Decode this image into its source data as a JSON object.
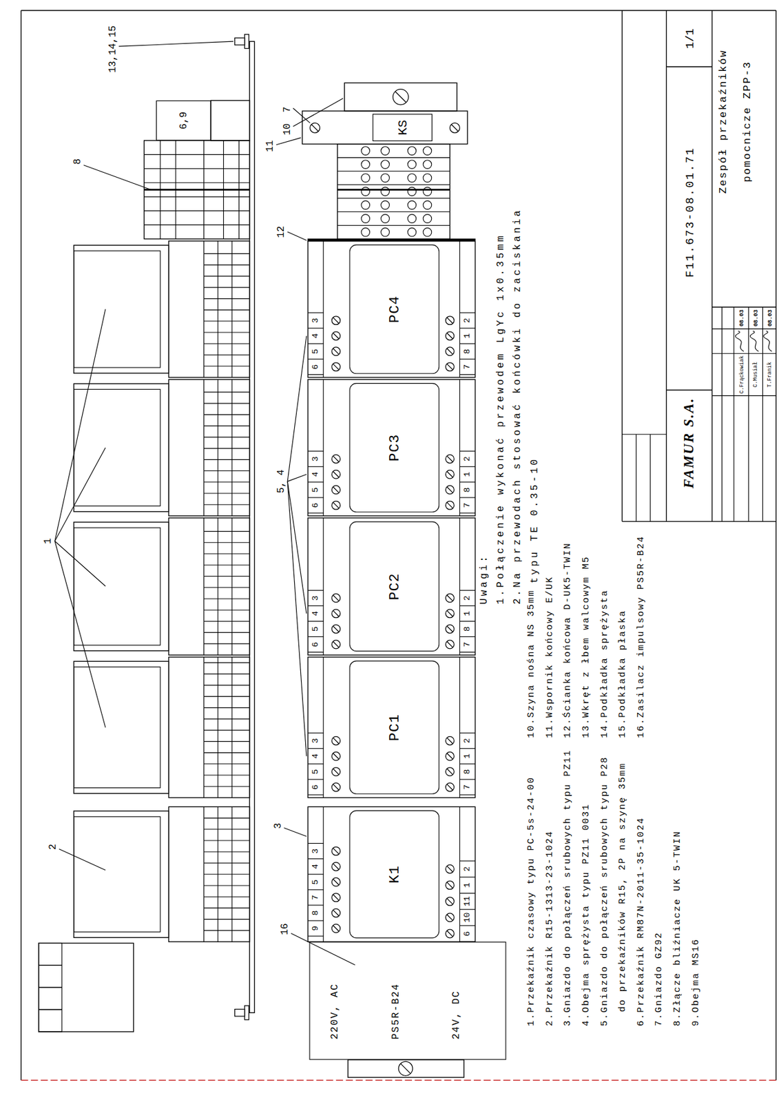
{
  "diagram": {
    "title": "Zespół przekaźników pomocnicze ZPP-3",
    "nodes": [
      {
        "text": [
          "220V, AC",
          "PS5R-B24",
          "24V, DC"
        ]
      },
      {
        "text": [
          "K1"
        ]
      },
      {
        "text": [
          "PC1"
        ]
      },
      {
        "text": [
          "PC2"
        ]
      },
      {
        "text": [
          "PC3"
        ]
      },
      {
        "text": [
          "PC4"
        ]
      },
      {
        "text": [
          "6,9"
        ]
      },
      {
        "text": [
          "KS"
        ]
      }
    ],
    "labels": [
      "2",
      "1",
      "8",
      "13,14,15",
      "16",
      "3",
      "5, 4",
      "12",
      "7",
      "11",
      "10",
      "9",
      "8",
      "7",
      "5",
      "4",
      "3",
      "6",
      "10",
      "11",
      "1",
      "2",
      "6",
      "5",
      "4",
      "3",
      "7",
      "8",
      "1",
      "2",
      "6",
      "5",
      "4",
      "3",
      "7",
      "8",
      "1",
      "2",
      "6",
      "5",
      "4",
      "3",
      "7",
      "8",
      "1",
      "2",
      "6",
      "5",
      "4",
      "3",
      "7",
      "8",
      "1",
      "2",
      "1.Przekaźnik czasowy typu PC-5s-24-00",
      "2.Przekaźnik R15-1313-23-1024",
      "3.Gniazdo do połączeń srubowych typu PZ11",
      "4.Obejma sprężysta typu PZ11 0031",
      "5.Gniazdo do połączeń srubowych typu P28 do przekaźników R15, 2P na szynę 35mm",
      "6.Przekaźnik RM87N-2011-35-1024",
      "7.Gniazdo GZ92",
      "8.Złącze bliźniacze UK 5-TWIN",
      "9.Obejma MS16",
      "10.Szyna nośna NS 35mm",
      "11.Wspornik końcowy E/UK",
      "12.Ścianka końcowa D-UK5-TWIN",
      "13.Wkręt z łbem walcowym M5",
      "14.Podkładka sprężysta",
      "15.Podkładka płaska",
      "16.Zasilacz impulsowy PS5R-B24",
      "Uwagi:",
      "1.Połączenie wykonać przewodem LgYc 1x0.35mm",
      "2.Na przewodach stosować końcówki do zaciskania typu TE 0.35-10",
      "FAMUR S.A.",
      "F11.673-08.01.71",
      "1/1",
      "C.Frąckowiak",
      "08.03",
      "C.Musiał",
      "08.03",
      "T.Franik",
      "08.03"
    ]
  }
}
